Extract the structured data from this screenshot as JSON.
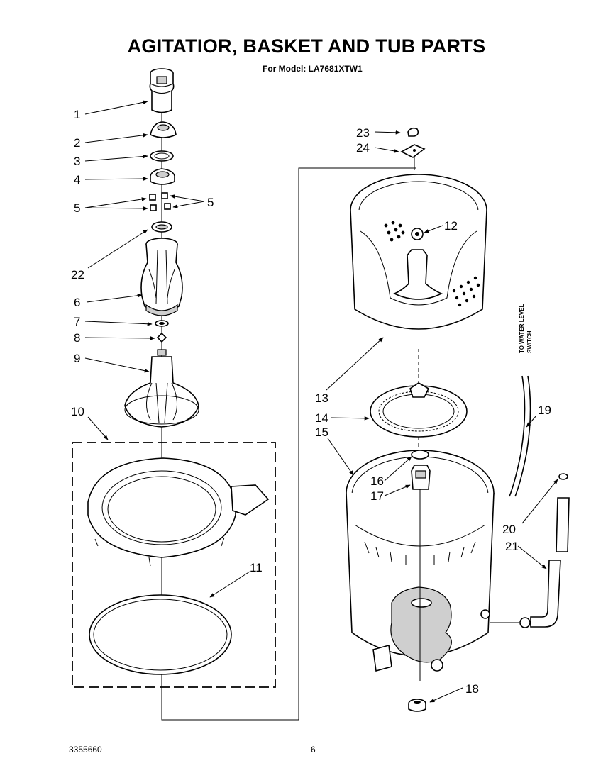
{
  "title": "AGITATIOR, BASKET AND TUB PARTS",
  "subtitle": "For Model: LA7681XTW1",
  "doc_number": "3355660",
  "page_number": "6",
  "side_note": [
    "TO WATER LEVEL",
    "SWITCH"
  ],
  "callouts": [
    "1",
    "2",
    "3",
    "4",
    "5",
    "5",
    "22",
    "6",
    "7",
    "8",
    "9",
    "10",
    "11",
    "12",
    "13",
    "14",
    "15",
    "16",
    "17",
    "18",
    "19",
    "20",
    "21",
    "23",
    "24"
  ]
}
